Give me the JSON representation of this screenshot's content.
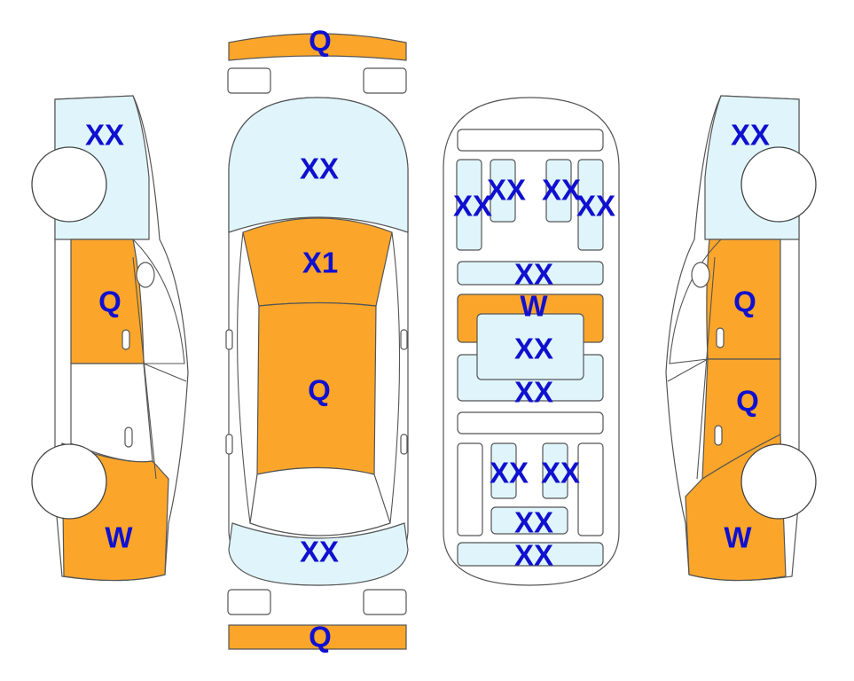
{
  "colors": {
    "light": "#dff5fb",
    "orange": "#fba62a",
    "white": "#ffffff",
    "label": "#1010d0",
    "stroke": "#555555"
  },
  "labels": {
    "left_roof": "XX",
    "left_front_door": "Q",
    "left_rear_quarter": "W",
    "front_bumper": "Q",
    "windshield": "XX",
    "hood_upper": "X1",
    "hood_main": "Q",
    "rear_window": "XX",
    "rear_bumper": "Q",
    "interior_front_outer_left": "XX",
    "interior_front_inner_left": "XX",
    "interior_front_inner_right": "XX",
    "interior_front_outer_right": "XX",
    "interior_dash": "XX",
    "interior_console_strip": "W",
    "interior_center_panel": "XX",
    "interior_center_lower": "XX",
    "interior_rear_left": "XX",
    "interior_rear_right": "XX",
    "interior_rear_seat": "XX",
    "interior_trunk": "XX",
    "right_roof": "XX",
    "right_front_door": "Q",
    "right_rear_door": "Q",
    "right_rear_quarter": "W"
  }
}
